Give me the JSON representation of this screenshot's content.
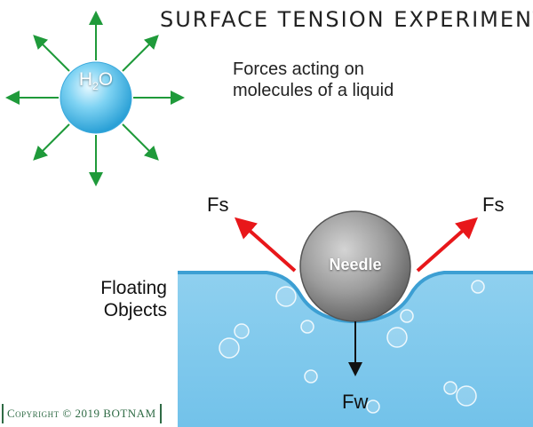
{
  "title": "SURFACE TENSION EXPERIMENT",
  "subtitle": {
    "line1": "Forces acting on",
    "line2": "molecules of a liquid"
  },
  "molecule": {
    "label_main": "H",
    "label_sub": "2",
    "label_end": "O",
    "arrow_color": "#1f9a3a",
    "arrow_count": 8
  },
  "labels": {
    "fs_left": "Fs",
    "fs_right": "Fs",
    "fw": "Fw",
    "needle": "Needle",
    "floating_line1": "Floating",
    "floating_line2": "Objects"
  },
  "colors": {
    "water": "#7cc7ea",
    "water_edge": "#3c9fd3",
    "surface_force_arrow": "#e8171a",
    "weight_arrow": "#111111",
    "needle": "#9a9a9a"
  },
  "copyright": "Copyright © 2019 BOTNAM"
}
